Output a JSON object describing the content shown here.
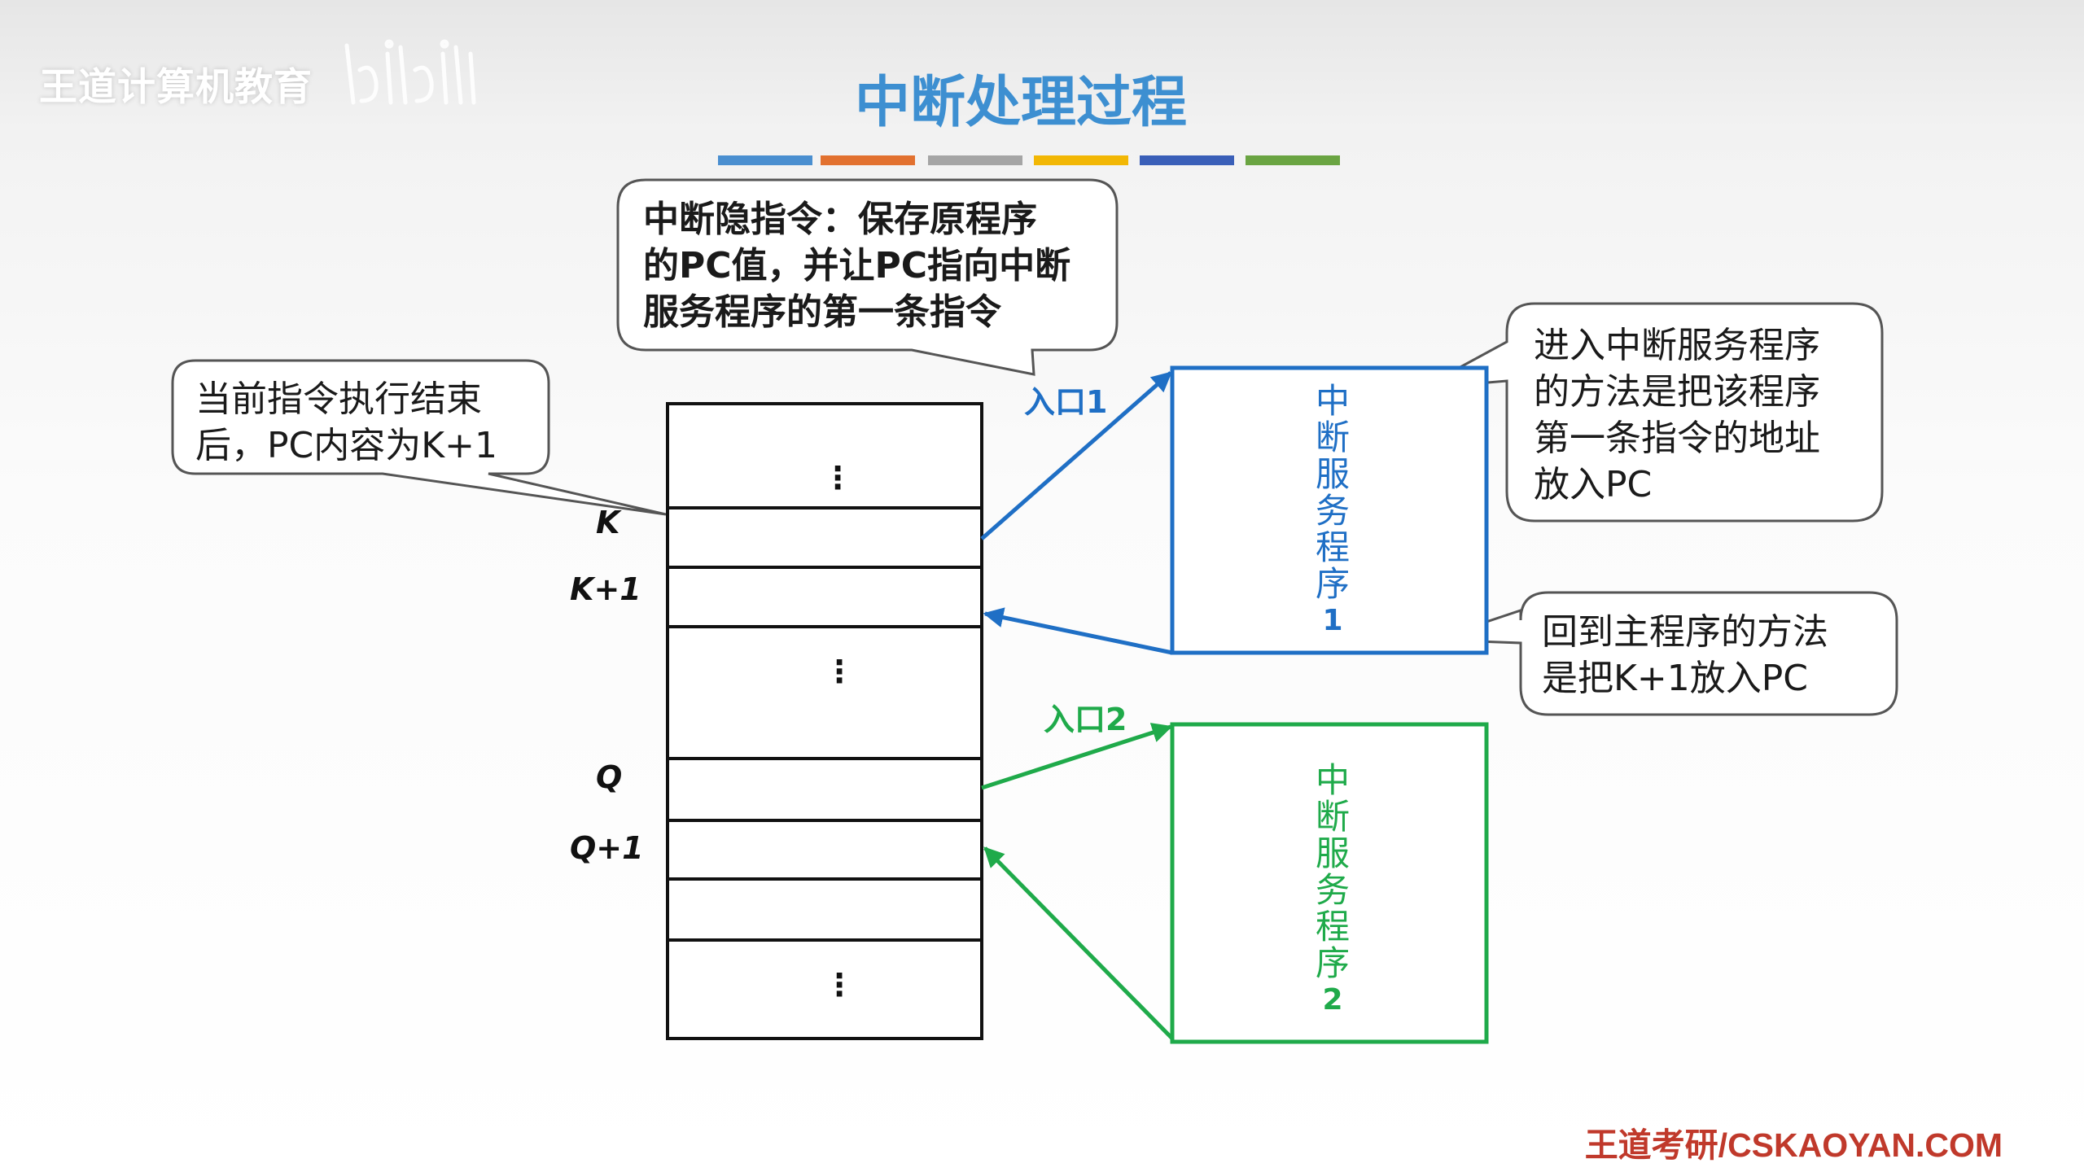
{
  "watermark": {
    "text": "王道计算机教育"
  },
  "title": "中断处理过程",
  "accent_colors": [
    "#4a8fd0",
    "#e2712f",
    "#a5a5a5",
    "#f2b705",
    "#3a5fb8",
    "#6aa442"
  ],
  "callouts": {
    "hidden_instruction": {
      "lines": [
        "中断隐指令：保存原程序",
        "的PC值，并让PC指向中断",
        "服务程序的第一条指令"
      ]
    },
    "current_instruction": {
      "lines": [
        "当前指令执行结束",
        "后，PC内容为K+1"
      ]
    },
    "enter_service": {
      "lines": [
        "进入中断服务程序",
        "的方法是把该程序",
        "第一条指令的地址",
        "放入PC"
      ]
    },
    "return_main": {
      "lines": [
        "回到主程序的方法",
        "是把K+1放入PC"
      ]
    }
  },
  "memory": {
    "labels": {
      "k": "K",
      "k1": "K+1",
      "q": "Q",
      "q1": "Q+1"
    },
    "ellipsis": "⋮"
  },
  "services": {
    "s1": {
      "chars": [
        "中",
        "断",
        "服",
        "务",
        "程",
        "序",
        "1"
      ],
      "entry": "入口1",
      "color": "#1f6fc5"
    },
    "s2": {
      "chars": [
        "中",
        "断",
        "服",
        "务",
        "程",
        "序",
        "2"
      ],
      "entry": "入口2",
      "color": "#1faa4a"
    }
  },
  "footer": "王道考研/CSKAOYAN.COM"
}
